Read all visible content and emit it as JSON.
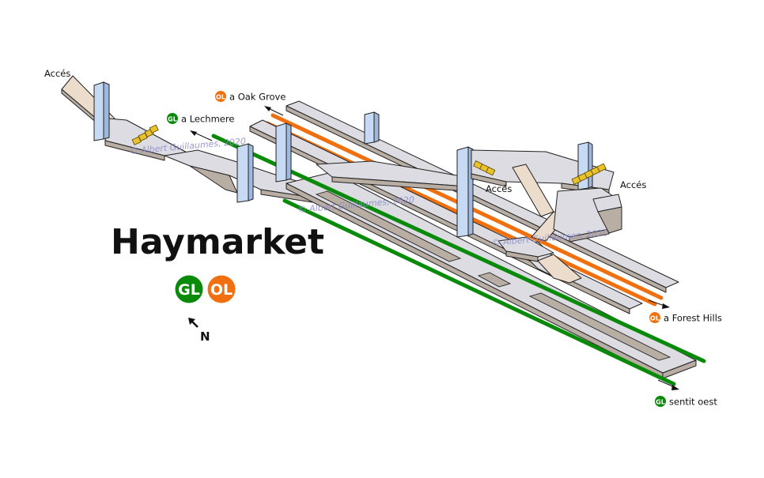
{
  "station": {
    "name": "Haymarket",
    "lines": [
      {
        "code": "GL",
        "color": "#0a8a0a"
      },
      {
        "code": "OL",
        "color": "#f07010"
      }
    ]
  },
  "north_label": "N",
  "labels": {
    "access_1": "Accés",
    "access_2": "Accés",
    "access_3": "Accés"
  },
  "directions": [
    {
      "line": "OL",
      "text": "a Oak Grove"
    },
    {
      "line": "GL",
      "text": "a Lechmere"
    },
    {
      "line": "OL",
      "text": "a Forest Hills"
    },
    {
      "line": "GL",
      "text": "sentit oest"
    }
  ],
  "watermark": "© Albert Guillaumes, 2020",
  "colors": {
    "green_line": "#0a8a0a",
    "orange_line": "#f07010",
    "platform": "#dcdce2",
    "wall": "#b9aea4",
    "pillar": "#c7daf3",
    "escalator": "#e9c22b"
  }
}
